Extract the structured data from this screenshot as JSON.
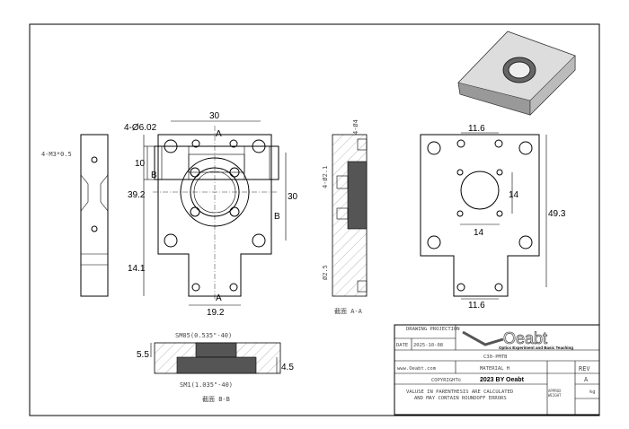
{
  "dimensions": {
    "top_height": "10",
    "hole_callout": "4-Ø6.02",
    "front_width": "30",
    "front_height_left": "39.2",
    "front_height_right": "30",
    "tab_height": "14.1",
    "tab_width": "19.2",
    "side_thread": "4-M3*0.5",
    "section_a_top": "4-Ø4",
    "section_a_mid": "4-Ø2.1",
    "section_a_bottom": "Ø2.5",
    "back_top": "11.6",
    "back_bottom": "11.6",
    "back_inner_h": "14",
    "back_inner_w": "14",
    "back_height": "49.3",
    "section_b_left": "5.5",
    "section_b_right": "4.5",
    "thread_small": "SM05(0.535\"-40)",
    "thread_large": "SM1(1.035\"-40)"
  },
  "labels": {
    "cut_a": "A",
    "cut_b": "B",
    "section_a": "截面 A-A",
    "section_b": "截面 B-B"
  },
  "title_block": {
    "projection_label": "DRAWING PROJECTION",
    "date_label": "DATE",
    "date": "2025-10-08",
    "logo_text": "Oeabt",
    "logo_tagline": "Optics Experiment and Basic Teaching",
    "part_number": "C30-PMTB",
    "website": "www.Oeabt.com",
    "material": "MATERIAL H",
    "rev_label": "REV",
    "rev": "A",
    "copyright_prefix": "COPYRIGHT©",
    "copyright": "2023 BY Oeabt",
    "note_line1": "VALUSE IN PARENTHESIS ARE CALCULATED",
    "note_line2": "AND MAY CONTAIN ROUNDOFF ERRORS",
    "weight_label1": "APPROX",
    "weight_label2": "WEIGHT",
    "weight_unit": "kg"
  }
}
